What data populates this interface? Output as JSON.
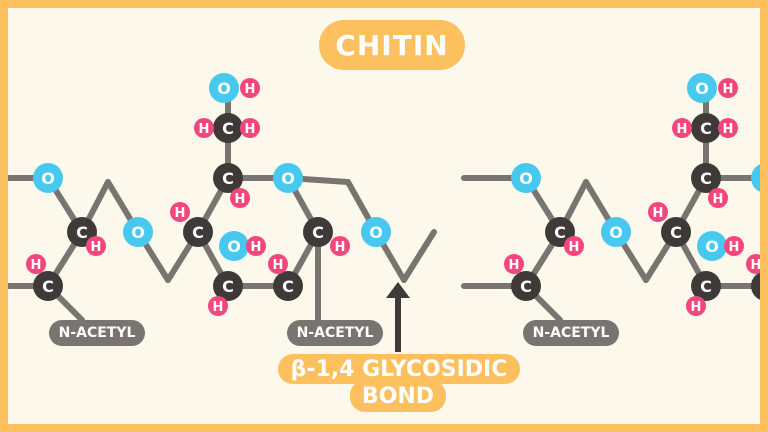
{
  "title": "CHITIN",
  "group_label": "N-ACETYL",
  "bond_label": {
    "line1": "β-1,4 GLYCOSIDIC",
    "line2": "BOND"
  },
  "atoms": {
    "carbon": "C",
    "oxygen": "O",
    "hydrogen": "H"
  },
  "colors": {
    "frame": "#fcc05f",
    "background": "#fdf8ec",
    "bond": "#7a7470",
    "carbon": "#3f3a37",
    "oxygen": "#47c8ee",
    "hydrogen": "#f2477d",
    "label_pill": "#7a7470",
    "text": "#ffffff",
    "arrow": "#3f3a37"
  }
}
